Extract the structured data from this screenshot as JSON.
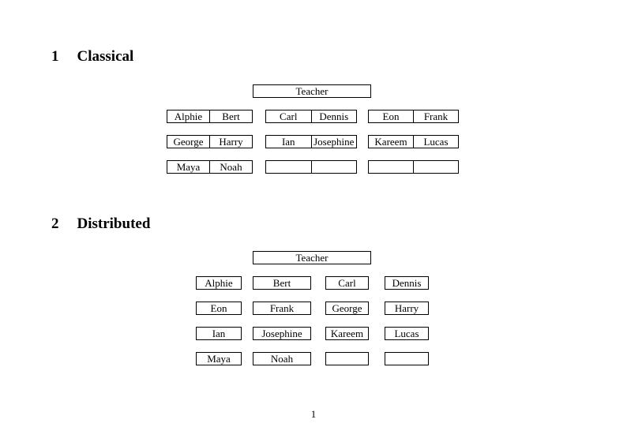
{
  "page": {
    "page_number": "1"
  },
  "sections": [
    {
      "number": "1",
      "title": "Classical",
      "teacher_label": "Teacher",
      "rows": [
        [
          [
            "Alphie",
            "Bert"
          ],
          [
            "Carl",
            "Dennis"
          ],
          [
            "Eon",
            "Frank"
          ]
        ],
        [
          [
            "George",
            "Harry"
          ],
          [
            "Ian",
            "Josephine"
          ],
          [
            "Kareem",
            "Lucas"
          ]
        ],
        [
          [
            "Maya",
            "Noah"
          ],
          [
            "",
            ""
          ],
          [
            "",
            ""
          ]
        ]
      ]
    },
    {
      "number": "2",
      "title": "Distributed",
      "teacher_label": "Teacher",
      "rows": [
        [
          "Alphie",
          "Bert",
          "Carl",
          "Dennis"
        ],
        [
          "Eon",
          "Frank",
          "George",
          "Harry"
        ],
        [
          "Ian",
          "Josephine",
          "Kareem",
          "Lucas"
        ],
        [
          "Maya",
          "Noah",
          "",
          ""
        ]
      ]
    }
  ]
}
